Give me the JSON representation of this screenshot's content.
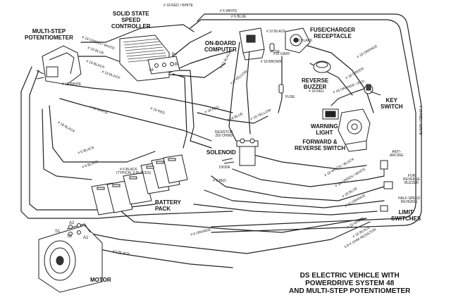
{
  "title": {
    "line1": "DS ELECTRIC VEHICLE WITH",
    "line2": "POWERDRIVE SYSTEM 48",
    "line3": "AND MULTI-STEP POTENTIOMETER"
  },
  "components": {
    "potentiometer": [
      "MULTI-STEP",
      "POTENTIOMETER"
    ],
    "controller": [
      "SOLID STATE",
      "SPEED",
      "CONTROLLER"
    ],
    "computer": [
      "ON-BOARD",
      "COMPUTER"
    ],
    "receptacle": [
      "FUSE/CHARGER",
      "RECEPTACLE"
    ],
    "reverse_buzzer": [
      "REVERSE",
      "BUZZER"
    ],
    "key_switch": [
      "KEY",
      "SWITCH"
    ],
    "warning_light": [
      "WARNING",
      "LIGHT"
    ],
    "fr_switch": [
      "FORWARD &",
      "REVERSE SWITCH"
    ],
    "solenoid": "SOLENOID",
    "battery_pack": [
      "BATTERY",
      "PACK"
    ],
    "motor": "MOTOR",
    "limit_switches": [
      "LIMIT",
      "SWITCHES"
    ]
  },
  "small_labels": {
    "resistor": [
      "RESISTOR",
      "250 OHMS"
    ],
    "diode": "DIODE",
    "typical": [
      "(TYPICAL 6 PLACES)"
    ],
    "anti_arcing": [
      "ANTI-",
      "ARCING"
    ],
    "for_reverse_buzzer": [
      "FOR",
      "REVERSE",
      "BUZZER"
    ],
    "half_speed_reverse": [
      "HALF-SPEED",
      "REVERSE"
    ],
    "fuse": "FUSE",
    "fuse2": "FUSE",
    "b_plus": "B+",
    "b_minus": "B-",
    "m_minus": "M-",
    "a2": "A2",
    "s1": "S1",
    "s2": "S2",
    "a1": "A1"
  },
  "wire_labels": {
    "w1": "# 18 RED / WHITE",
    "w2": "# 6 WHITE",
    "w3": "# 6 BLUE",
    "w4": "# 18 GREEN / WHITE",
    "w5": "# 18 BLUE",
    "w6": "# 18 BLACK",
    "w7": "# 18 BLACK",
    "w8": "# 18 WHITE",
    "w9": "# 10 BLACK",
    "w10": "# 10 BLACK",
    "w11": "# 10 BLACK",
    "w12": "#10 GRAY",
    "w13": "# 18 BROWN",
    "w14": "# 6 YELLOW",
    "w15": "# 18 ORANGE",
    "w16": "# 18 GREEN",
    "w17": "# 18 ORANGE / RED",
    "w18": "# 18 RED",
    "w19": "# 18 WHITE",
    "w20": "# 18 RED",
    "w21": "# 18 RED",
    "w22": "# 18 YELLOW",
    "w23": "# 18 BLUE",
    "w24": "# 18 BLACK",
    "w25": "# 6 BLACK",
    "w26": "# 6 BLACK",
    "w27": "# 6 BLACK",
    "w28": "# 6 RED",
    "w29": "# 18 WHITE / BLACK",
    "w30": "# 18 GREEN / WHITE",
    "w31": "# 18 BLUE",
    "w32": "# 18 ORANGE",
    "w33": "# 18 WHITE",
    "w34": "# 18 BLACK",
    "w35": "3.9 K OHM RESISTOR",
    "w36": "# 6 ORANGE",
    "w37": "# 6 BLACK",
    "w38": "# 18 RED / WHITE"
  }
}
